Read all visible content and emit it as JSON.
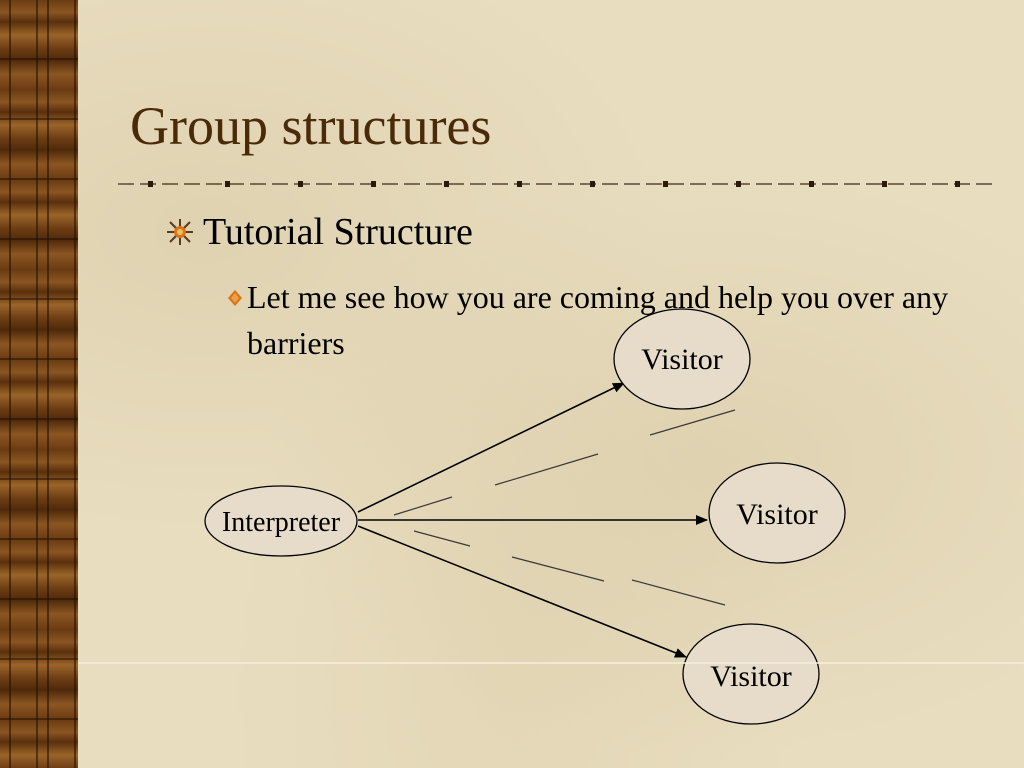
{
  "slide": {
    "title": "Group structures",
    "bullet_level1": "Tutorial Structure",
    "bullet_level2": "Let me see how you are coming and help you over any barriers"
  },
  "diagram": {
    "nodes": [
      {
        "id": "interpreter",
        "label": "Interpreter"
      },
      {
        "id": "visitor-1",
        "label": "Visitor"
      },
      {
        "id": "visitor-2",
        "label": "Visitor"
      },
      {
        "id": "visitor-3",
        "label": "Visitor"
      }
    ],
    "edges": [
      {
        "from": "interpreter",
        "to": "visitor-1"
      },
      {
        "from": "interpreter",
        "to": "visitor-2"
      },
      {
        "from": "interpreter",
        "to": "visitor-3"
      }
    ]
  },
  "colors": {
    "background": "#e8ddbf",
    "title": "#4a2a08",
    "node_fill": "#e6dcc9",
    "bullet_accent": "#d7741c"
  },
  "icons": {
    "level1_bullet": "starburst-bullet-icon",
    "level2_bullet": "diamond-bullet-icon"
  }
}
